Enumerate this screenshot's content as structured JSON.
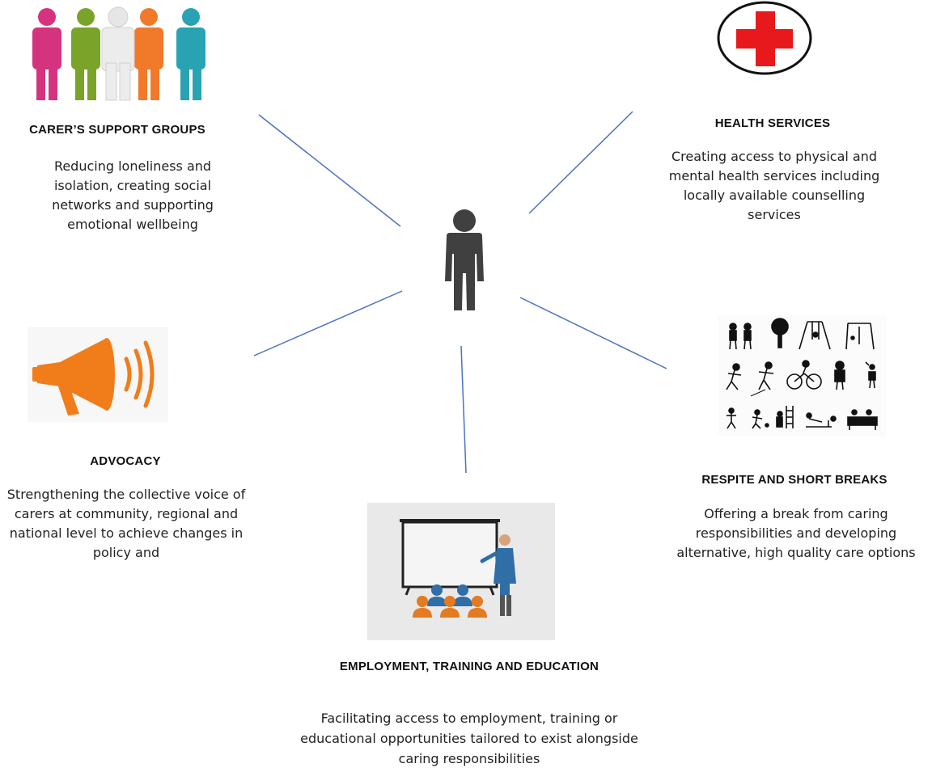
{
  "center_person": {
    "icon": "person-icon",
    "color": "#404040"
  },
  "connector_color": "#4a72c4",
  "nodes": {
    "support_groups": {
      "title": "CARER’S SUPPORT GROUPS",
      "description": "Reducing loneliness and isolation, creating social networks and supporting emotional wellbeing",
      "icon": "group-of-people-icon",
      "colors": [
        "#d6337f",
        "#7aa32a",
        "#e8e8e8",
        "#f07a2a",
        "#29a3b3"
      ]
    },
    "health_services": {
      "title": "HEALTH SERVICES",
      "description": "Creating access to physical and mental health services including locally available counselling services",
      "icon": "red-cross-icon",
      "colors": [
        "#e8191c"
      ]
    },
    "advocacy": {
      "title": "ADVOCACY",
      "description": "Strengthening the collective voice of carers at community, regional and national level to achieve changes in policy and",
      "icon": "megaphone-icon",
      "colors": [
        "#f07d1a"
      ]
    },
    "respite": {
      "title": "RESPITE AND SHORT BREAKS",
      "description": "Offering a break from caring responsibilities and developing alternative, high quality care options",
      "icon": "leisure-activities-icon"
    },
    "employment": {
      "title": "EMPLOYMENT, TRAINING AND EDUCATION",
      "description": "Facilitating access to employment, training or educational opportunities tailored to exist alongside caring responsibilities",
      "icon": "presentation-classroom-icon",
      "colors": [
        "#e37b22",
        "#2f6ea6"
      ]
    }
  }
}
